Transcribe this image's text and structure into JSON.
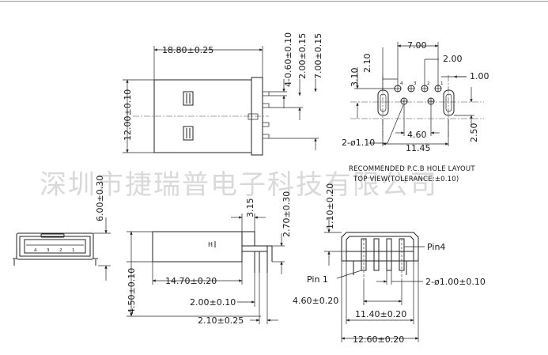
{
  "watermark": "深圳市捷瑞普电子科技有限公司",
  "top_view": {
    "length": "18.80±0.25",
    "width": "12.00±0.10",
    "pin_width": "4-0.60±0.10",
    "pin_pitch": "2.00±0.15",
    "pin_span": "7.00±0.15"
  },
  "pcb_layout": {
    "title_line1": "RECOMMENDED P.C.B HOLE LAYOUT",
    "title_line2": "TOP VIEW(TOLERANCE:±0.10)",
    "dim_700": "7.00",
    "dim_210": "2.10",
    "dim_200": "2.00",
    "dim_310": "3.10",
    "dim_100": "1.00",
    "dim_460": "4.60",
    "dim_250": "2.50",
    "dim_1145": "11.45",
    "hole_dia": "2-ø1.10",
    "pin_labels": [
      "4",
      "3",
      "2",
      "1"
    ]
  },
  "front_view": {
    "height": "6.00±0.30",
    "pin_labels": [
      "4",
      "3",
      "2",
      "1"
    ]
  },
  "side_view": {
    "dim_315": "3.15",
    "dim_270": "2.70±0.30",
    "dim_1470": "14.70±0.20",
    "dim_200": "2.00±0.10",
    "dim_450": "4.50±0.10",
    "dim_210": "2.10±0.25"
  },
  "end_view": {
    "dim_110": "1.10±0.20",
    "pin4_label": "Pin4",
    "pin1_label": "Pin  1",
    "pin_dia": "2-ø1.00±0.10",
    "dim_460": "4.60±0.20",
    "dim_1140": "11.40±0.20",
    "dim_1260": "12.60±0.20"
  }
}
